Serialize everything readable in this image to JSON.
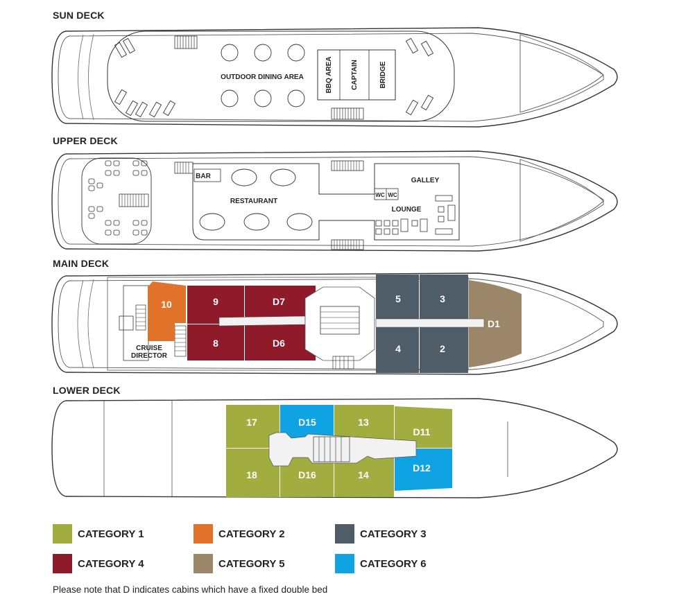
{
  "decks": {
    "sun": {
      "title": "SUN DECK",
      "outdoor_dining": "OUTDOOR DINING AREA",
      "bbq": "BBQ AREA",
      "captain": "CAPTAIN",
      "bridge": "BRIDGE"
    },
    "upper": {
      "title": "UPPER DECK",
      "bar": "BAR",
      "restaurant": "RESTAURANT",
      "galley": "GALLEY",
      "wc1": "WC",
      "wc2": "WC",
      "lounge": "LOUNGE"
    },
    "main": {
      "title": "MAIN DECK",
      "cruise_director_1": "CRUISE",
      "cruise_director_2": "DIRECTOR",
      "cabins": {
        "c10": "10",
        "c9": "9",
        "cD7": "D7",
        "c8": "8",
        "cD6": "D6",
        "c5": "5",
        "c3": "3",
        "c4": "4",
        "c2": "2",
        "cD1": "D1"
      }
    },
    "lower": {
      "title": "LOWER DECK",
      "cabins": {
        "c17": "17",
        "cD15": "D15",
        "c13": "13",
        "cD11": "D11",
        "c18": "18",
        "cD16": "D16",
        "c14": "14",
        "cD12": "D12"
      }
    }
  },
  "colors": {
    "category_1": "#a2ad3f",
    "category_2": "#e07329",
    "category_3": "#4f5d69",
    "category_4": "#8e1a2a",
    "category_5": "#9c8669",
    "category_6": "#10a3e3"
  },
  "legend": [
    {
      "label": "CATEGORY 1",
      "color": "#a2ad3f"
    },
    {
      "label": "CATEGORY 2",
      "color": "#e07329"
    },
    {
      "label": "CATEGORY 3",
      "color": "#4f5d69"
    },
    {
      "label": "CATEGORY 4",
      "color": "#8e1a2a"
    },
    {
      "label": "CATEGORY 5",
      "color": "#9c8669"
    },
    {
      "label": "CATEGORY 6",
      "color": "#10a3e3"
    }
  ],
  "note": "Please note that D indicates cabins which have a fixed double bed"
}
